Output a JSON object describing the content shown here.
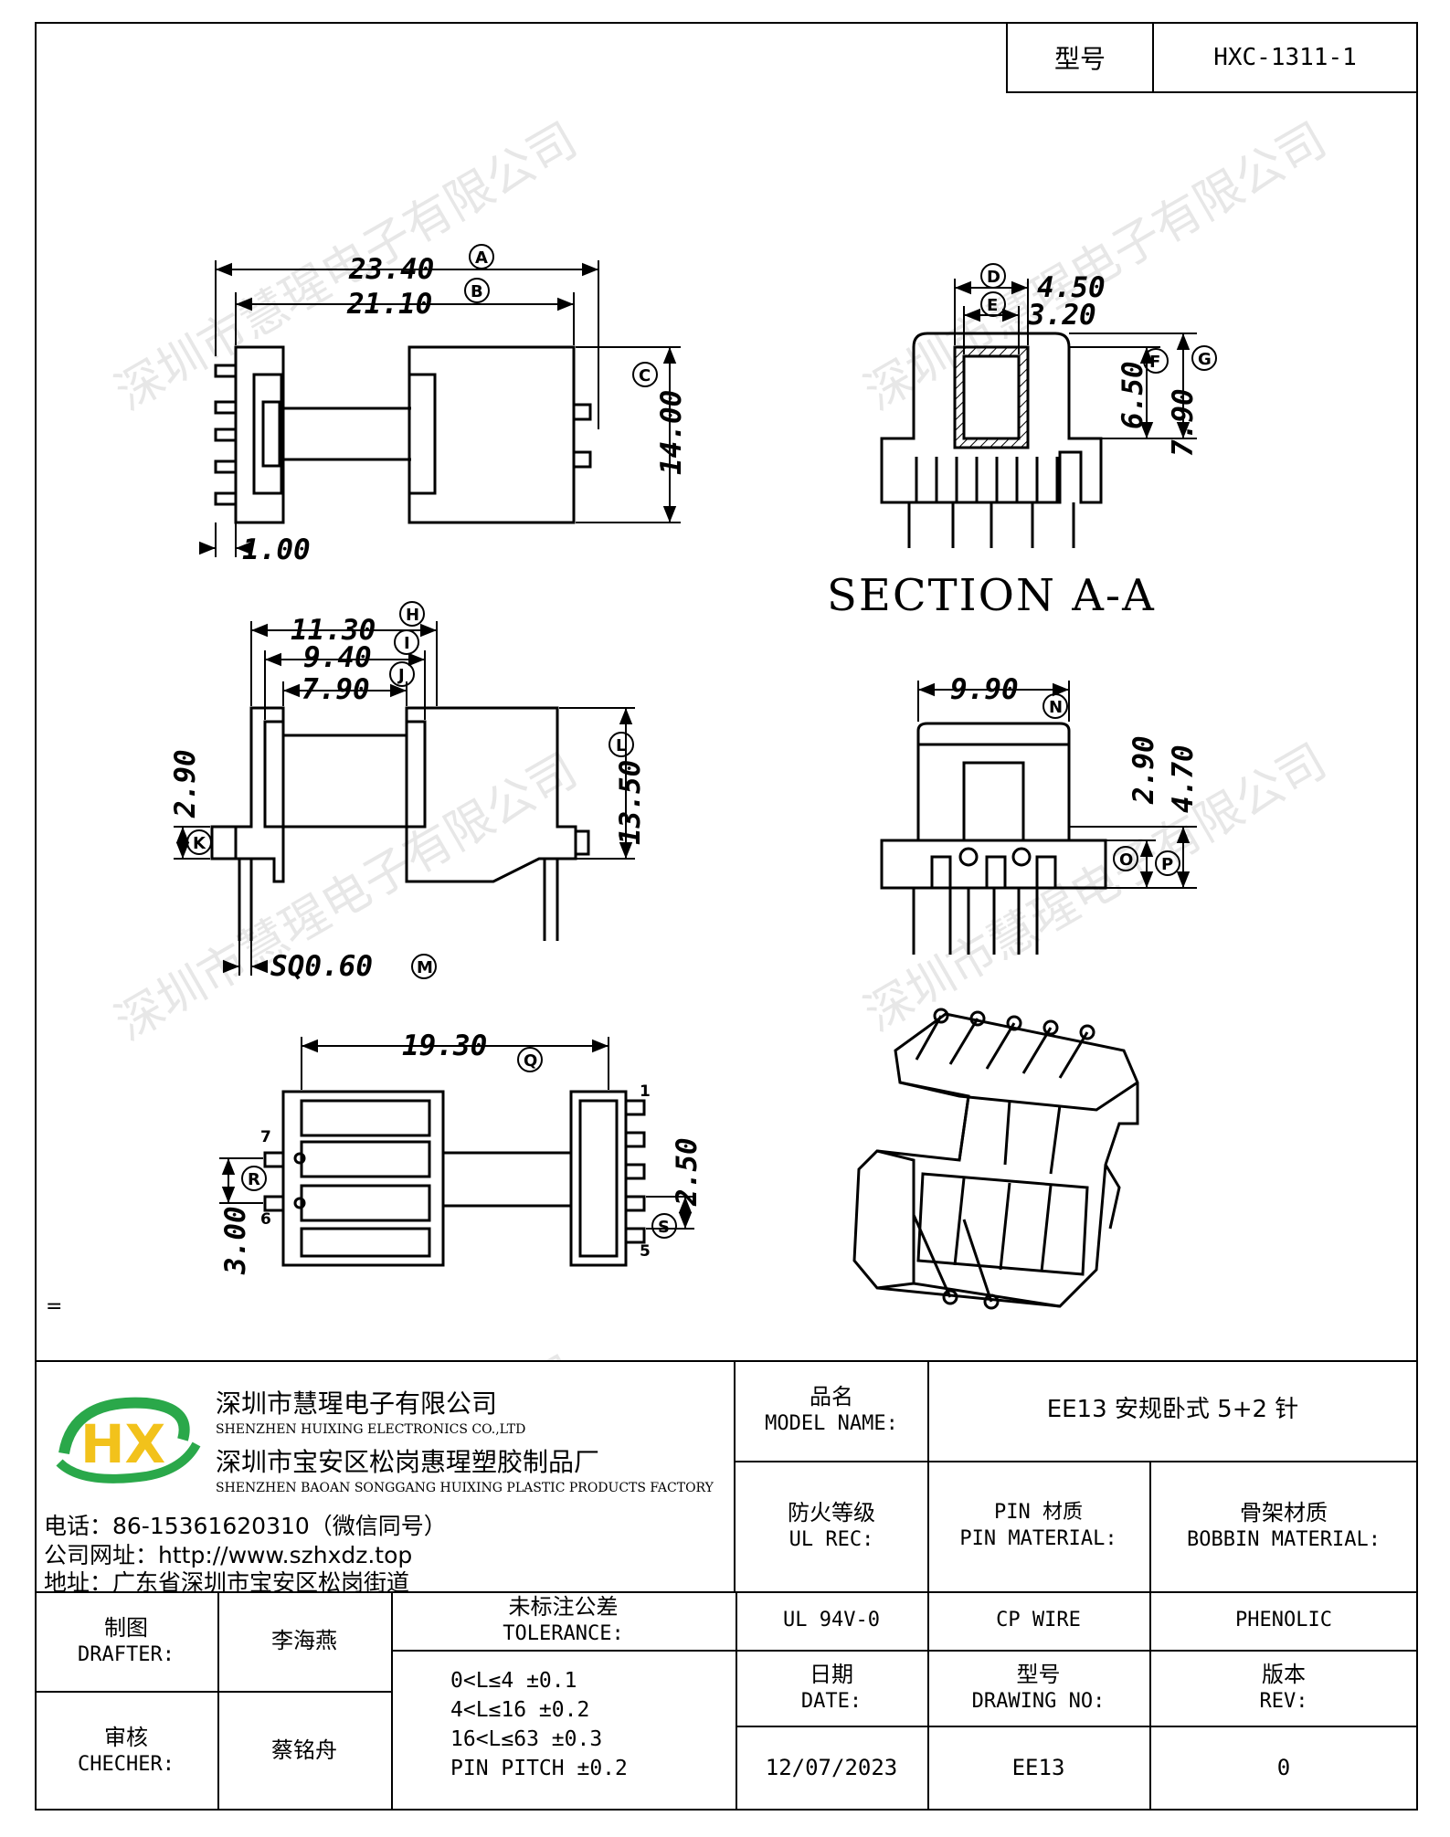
{
  "header": {
    "model_label": "型号",
    "model_value": "HXC-1311-1"
  },
  "drawing": {
    "top_view": {
      "dim_a": "23.40",
      "dim_b": "21.10",
      "dim_c": "14.00",
      "dim_pin": "1.00",
      "tag_a": "A",
      "tag_b": "B",
      "tag_c": "C"
    },
    "section": {
      "dim_d": "4.50",
      "dim_e": "3.20",
      "dim_f": "6.50",
      "dim_g": "7.90",
      "tag_d": "D",
      "tag_e": "E",
      "tag_f": "F",
      "tag_g": "G",
      "title": "SECTION A-A"
    },
    "side_view": {
      "dim_h": "11.30",
      "dim_i": "9.40",
      "dim_j": "7.90",
      "dim_k": "2.90",
      "dim_l": "13.50",
      "dim_m": "SQ0.60",
      "tag_h": "H",
      "tag_i": "I",
      "tag_j": "J",
      "tag_k": "K",
      "tag_l": "L",
      "tag_m": "M"
    },
    "end_view": {
      "dim_n": "9.90",
      "dim_o": "2.90",
      "dim_p": "4.70",
      "tag_n": "N",
      "tag_o": "O",
      "tag_p": "P"
    },
    "bottom_view": {
      "dim_q": "19.30",
      "dim_r": "3.00",
      "dim_s": "2.50",
      "tag_q": "Q",
      "tag_r": "R",
      "tag_s": "S",
      "pin1": "1",
      "pin5": "5",
      "pin6": "6",
      "pin7": "7"
    },
    "watermark": "深圳市慧瑆电子有限公司"
  },
  "note": "=",
  "company": {
    "name_cn": "深圳市慧瑆电子有限公司",
    "name_en": "SHENZHEN HUIXING ELECTRONICS CO.,LTD",
    "factory_cn": "深圳市宝安区松岗惠瑆塑胶制品厂",
    "factory_en": "SHENZHEN BAOAN SONGGANG HUIXING PLASTIC PRODUCTS FACTORY",
    "phone": "电话：86-15361620310（微信同号）",
    "website": "公司网址：http://www.szhxdz.top",
    "address": "地址：广东省深圳市宝安区松岗街道",
    "logo_text": "HX"
  },
  "title_block": {
    "model_name_cn": "品名",
    "model_name_en": "MODEL NAME:",
    "model_name_value": "EE13 安规卧式 5+2 针",
    "ul_cn": "防火等级",
    "ul_en": "UL REC:",
    "pin_cn": "PIN 材质",
    "pin_en": "PIN MATERIAL:",
    "bobbin_cn": "骨架材质",
    "bobbin_en": "BOBBIN MATERIAL:",
    "ul_value": "UL 94V-0",
    "pin_value": "CP WIRE",
    "bobbin_value": "PHENOLIC",
    "drafter_cn": "制图",
    "drafter_en": "DRAFTER:",
    "drafter_name": "李海燕",
    "checker_cn": "审核",
    "checker_en": "CHECHER:",
    "checker_name": "蔡铭舟",
    "tolerance_cn": "未标注公差",
    "tolerance_en": "TOLERANCE:",
    "tolerance_lines": [
      "0<L≤4  ±0.1",
      "4<L≤16  ±0.2",
      "16<L≤63  ±0.3",
      "PIN PITCH  ±0.2"
    ],
    "date_cn": "日期",
    "date_en": "DATE:",
    "date_value": "12/07/2023",
    "drawing_no_cn": "型号",
    "drawing_no_en": "DRAWING NO:",
    "drawing_no_value": "EE13",
    "rev_cn": "版本",
    "rev_en": "REV:",
    "rev_value": "0"
  }
}
